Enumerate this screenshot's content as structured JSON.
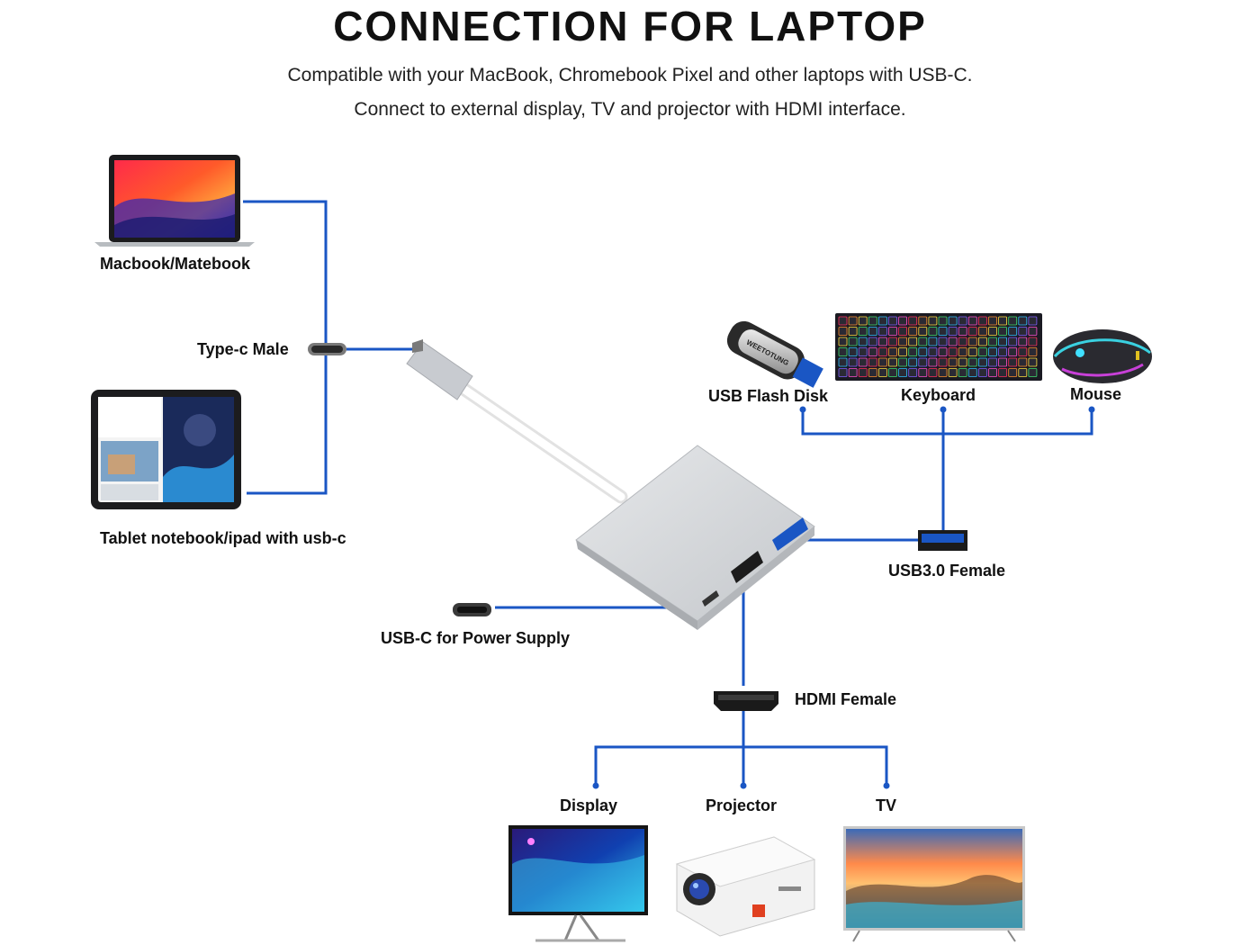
{
  "header": {
    "title": "CONNECTION FOR LAPTOP",
    "line1": "Compatible with your MacBook, Chromebook Pixel and other laptops with USB-C.",
    "line2": "Connect to external display, TV and projector with HDMI interface."
  },
  "labels": {
    "macbook": "Macbook/Matebook",
    "typec_male": "Type-c Male",
    "tablet": "Tablet notebook/ipad with usb-c",
    "flash_disk": "USB Flash Disk",
    "keyboard": "Keyboard",
    "mouse": "Mouse",
    "usb3_female": "USB3.0 Female",
    "usbc_power": "USB-C for Power Supply",
    "hdmi_female": "HDMI Female",
    "display": "Display",
    "projector": "Projector",
    "tv": "TV"
  },
  "flash_brand": "WEETOTUNG",
  "colors": {
    "line": "#1a56c4",
    "hub": "#c9ccd0"
  }
}
